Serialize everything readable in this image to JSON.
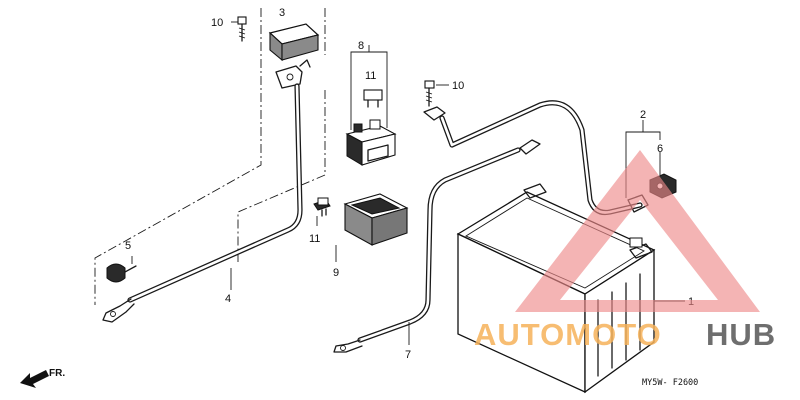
{
  "callouts": {
    "battery": "1",
    "bracket_assembly": "2",
    "cover_pad": "3",
    "negative_cable": "4",
    "bolt_left": "5",
    "terminal_cover": "6",
    "positive_cable": "7",
    "relay_assembly": "8",
    "relay_holder": "9",
    "screw_top_left": "10",
    "screw_top_mid": "10",
    "fuse_top": "11",
    "fuse_bottom": "11"
  },
  "direction_label": "FR.",
  "drawing_code": "MY5W- F2600",
  "watermark": {
    "text_a": "AUTOMOTO",
    "text_b": "HUB",
    "color_a": "#f6b25a",
    "color_b": "#555555",
    "triangle_color": "#ee8a8a"
  }
}
